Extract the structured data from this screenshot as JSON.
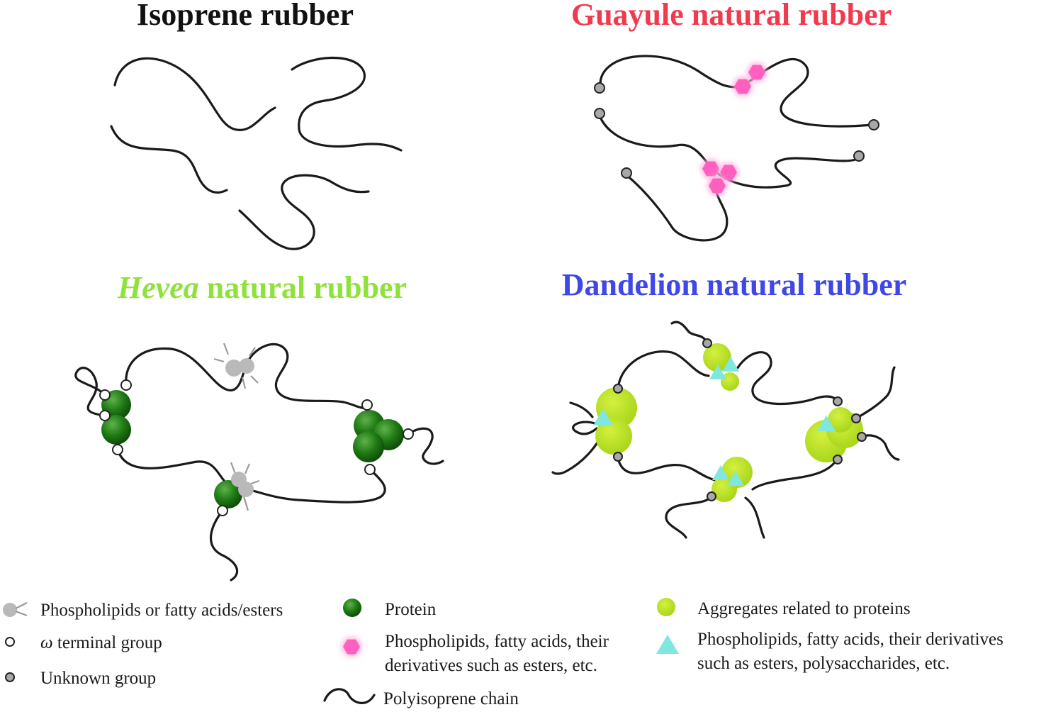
{
  "panels": {
    "isoprene": {
      "title": "Isoprene rubber",
      "color": "#111111"
    },
    "guayule": {
      "title": "Guayule natural rubber",
      "color": "#f23a4e"
    },
    "hevea": {
      "title_italic": "Hevea",
      "title_rest": " natural rubber",
      "color": "#8fe23c"
    },
    "dandelion": {
      "title": "Dandelion natural rubber",
      "color": "#3f48e6"
    }
  },
  "legend": {
    "phospholipids": "Phospholipids or fatty acids/esters",
    "omega_symbol": "ω",
    "omega_rest": " terminal group",
    "unknown": "Unknown group",
    "protein": "Protein",
    "pink_line1": "Phospholipids, fatty acids, their",
    "pink_line2": "derivatives such as esters, etc.",
    "chain": "Polyisoprene chain",
    "aggregates": "Aggregates related to proteins",
    "cyan_line1": "Phospholipids, fatty acids, their derivatives",
    "cyan_line2": "such as esters, polysaccharides, etc."
  },
  "colors": {
    "protein": "#1f7a14",
    "aggregate": "#b5e020",
    "pink_hexagon": "#ff5fbf",
    "cyan_triangle": "#7fe6e0",
    "lipid_gray": "#b9b9b9"
  }
}
